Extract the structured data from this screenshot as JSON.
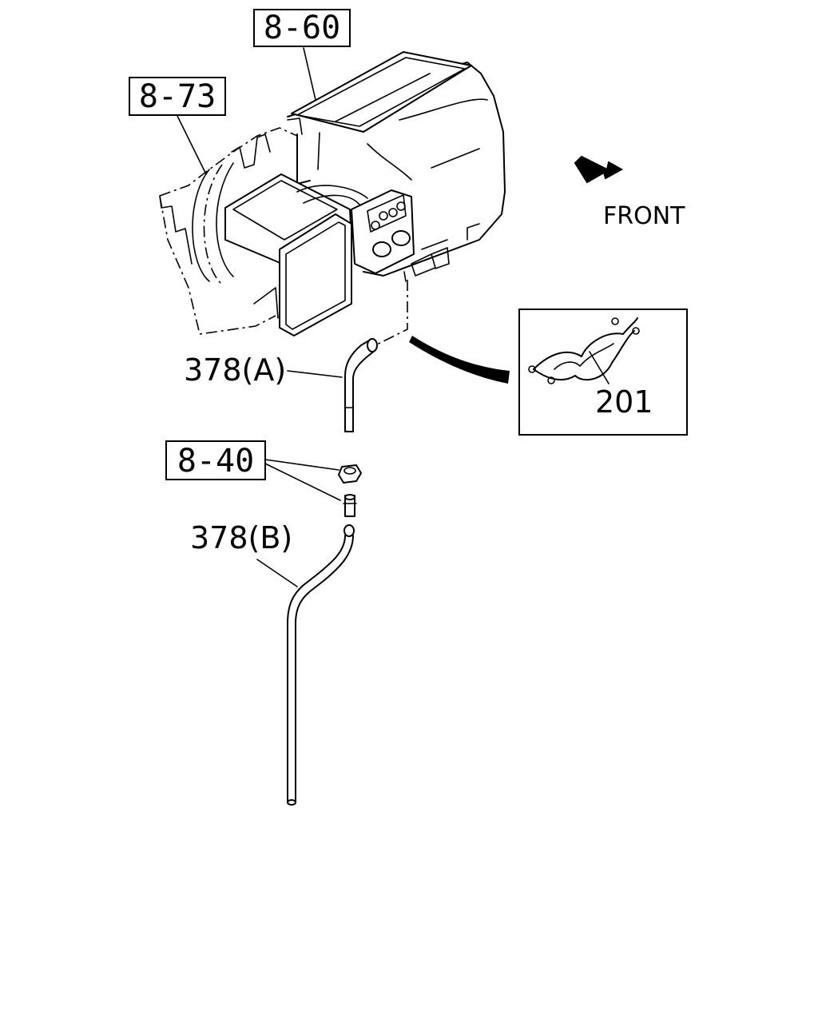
{
  "references": {
    "ref_860": "8-60",
    "ref_873": "8-73",
    "ref_840": "8-40"
  },
  "callouts": {
    "hose_a": "378(A)",
    "hose_b": "378(B)",
    "gasket": "201"
  },
  "orientation": {
    "label": "FRONT"
  }
}
